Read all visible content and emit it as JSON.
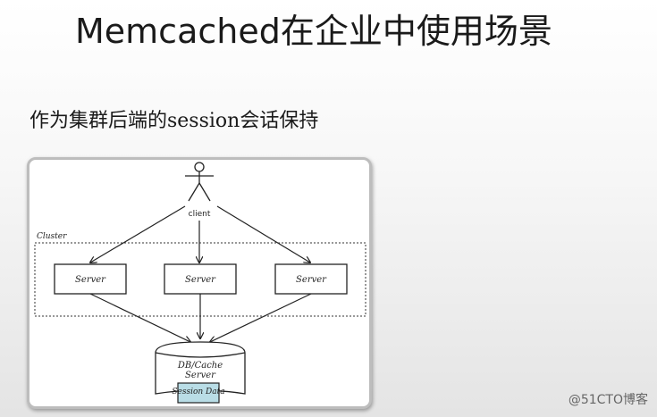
{
  "slide": {
    "title": "Memcached在企业中使用场景",
    "subtitle": "作为集群后端的session会话保持"
  },
  "diagram": {
    "actor_label": "client",
    "cluster_label": "Cluster",
    "servers": [
      "Server",
      "Server",
      "Server"
    ],
    "database_label_line1": "DB/Cache",
    "database_label_line2": "Server",
    "session_label": "Session Data"
  },
  "watermark": "@51CTO博客",
  "colors": {
    "session_fill": "#b9dde6",
    "frame_border": "#bdbdbd"
  }
}
